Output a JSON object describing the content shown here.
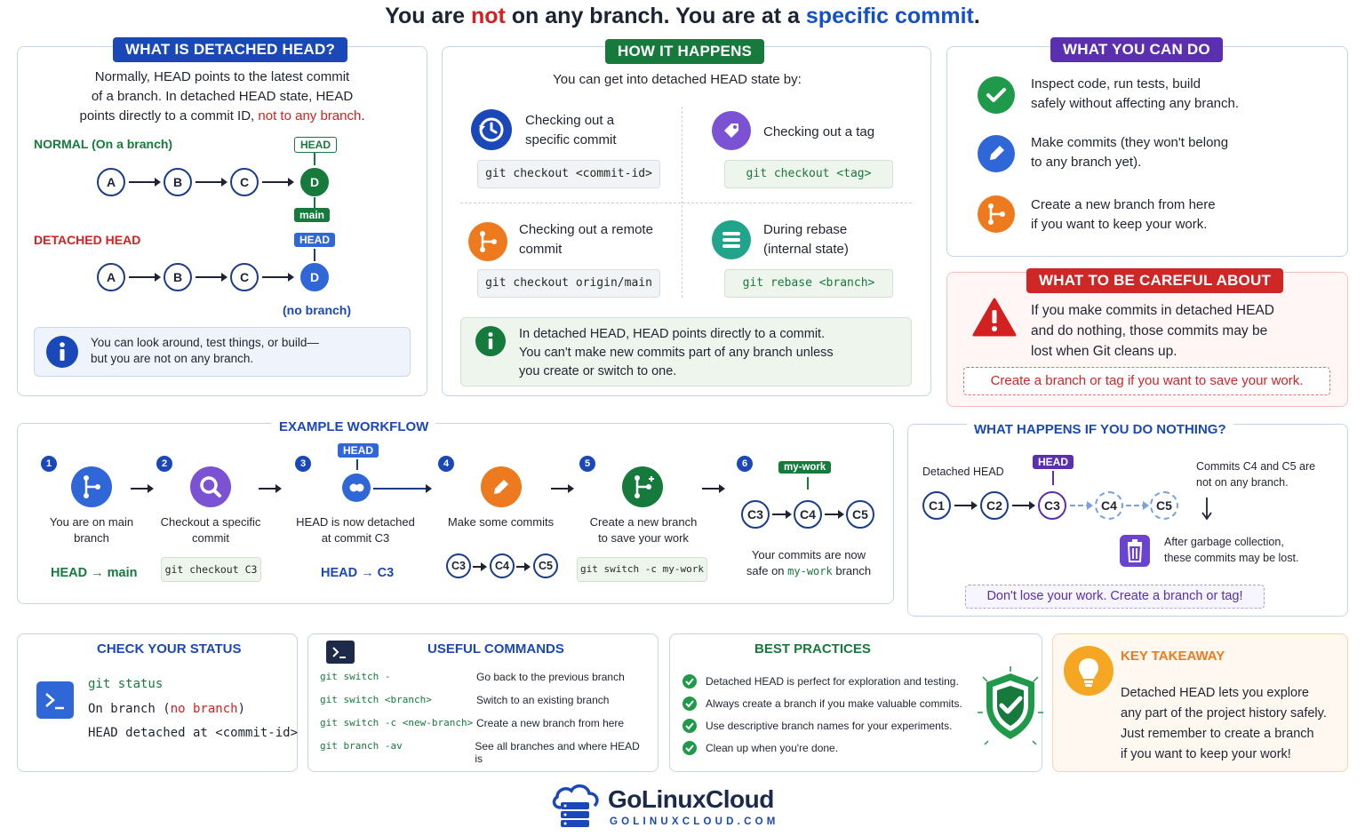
{
  "title": {
    "part1": "You are ",
    "not": "not",
    "part2": " on any branch. You are at a ",
    "specific": "specific commit",
    "end": "."
  },
  "what_is": {
    "heading": "WHAT IS DETACHED HEAD?",
    "intro_1": "Normally, HEAD points to the latest commit",
    "intro_2": "of a branch. In detached HEAD state, HEAD",
    "intro_3a": "points directly to a commit ID, ",
    "intro_3b": "not to any branch",
    "intro_3c": ".",
    "normal_label": "NORMAL (On a branch)",
    "detached_label": "DETACHED HEAD",
    "nodes": [
      "A",
      "B",
      "C",
      "D"
    ],
    "head_tag": "HEAD",
    "main_tag": "main",
    "no_branch": "(no branch)",
    "info_1": "You can look around, test things, or build—",
    "info_2": "but you are not on any branch."
  },
  "how": {
    "heading": "HOW IT HAPPENS",
    "intro": "You can get into detached HEAD state by:",
    "items": [
      {
        "label_1": "Checking out a",
        "label_2": "specific commit",
        "code": "git checkout <commit-id>"
      },
      {
        "label_1": "Checking out a tag",
        "label_2": "",
        "code": "git checkout <tag>"
      },
      {
        "label_1": "Checking out a remote",
        "label_2": "commit",
        "code": "git checkout origin/main"
      },
      {
        "label_1": "During rebase",
        "label_2": "(internal state)",
        "code": "git rebase <branch>"
      }
    ],
    "note_1": "In detached HEAD, HEAD points directly to a commit.",
    "note_2": "You can't make new commits part of any branch unless",
    "note_3": "you create or switch to one."
  },
  "can_do": {
    "heading": "WHAT YOU CAN DO",
    "items": [
      {
        "l1": "Inspect code, run tests, build",
        "l2": "safely without affecting any branch.",
        "color": "#1f9a4a",
        "icon": "check-icon"
      },
      {
        "l1": "Make commits (they won't belong",
        "l2": "to any branch yet).",
        "color": "#2f67d8",
        "icon": "pencil-icon"
      },
      {
        "l1": "Create a new branch from here",
        "l2": "if you want to keep your work.",
        "color": "#ee7a1f",
        "icon": "branch-icon"
      }
    ]
  },
  "careful": {
    "heading": "WHAT TO BE CAREFUL ABOUT",
    "l1": "If you make commits in detached HEAD",
    "l2": "and do nothing, those commits may be",
    "l3": "lost when Git cleans up.",
    "callout": "Create a branch or tag if you want to save your work."
  },
  "workflow": {
    "heading": "EXAMPLE WORKFLOW",
    "steps": [
      {
        "num": "1",
        "l1": "You are on main",
        "l2": "branch"
      },
      {
        "num": "2",
        "l1": "Checkout a specific",
        "l2": "commit"
      },
      {
        "num": "3",
        "l1": "HEAD is now detached",
        "l2": "at commit C3"
      },
      {
        "num": "4",
        "l1": "Make some commits",
        "l2": ""
      },
      {
        "num": "5",
        "l1": "Create a new branch",
        "l2": "to save your work"
      },
      {
        "num": "6",
        "l1": "Your commits are now",
        "l2a": "safe on ",
        "l2b": "my-work",
        "l2c": " branch"
      }
    ],
    "head_main_a": "HEAD",
    "head_main_arrow": "→",
    "head_main_b": "main",
    "head_c3_a": "HEAD",
    "head_c3_arrow": "→",
    "head_c3_b": "C3",
    "code_checkout": "git checkout C3",
    "code_switch": "git switch -c my-work",
    "head_tag": "HEAD",
    "mywork_tag": "my-work",
    "commits": [
      "C3",
      "C4",
      "C5"
    ]
  },
  "nothing": {
    "heading": "WHAT HAPPENS IF YOU DO NOTHING?",
    "detached_label": "Detached HEAD",
    "head_tag": "HEAD",
    "commits": [
      "C1",
      "C2",
      "C3",
      "C4",
      "C5"
    ],
    "note_1": "Commits C4 and C5 are",
    "note_2": "not on any branch.",
    "gc_1": "After garbage collection,",
    "gc_2": "these commits may be lost.",
    "callout": "Don't lose your work. Create a branch or tag!"
  },
  "status": {
    "heading": "CHECK YOUR STATUS",
    "cmd": "git status",
    "out_1a": "On branch (",
    "out_1b": "no branch",
    "out_1c": ")",
    "out_2": "HEAD detached at <commit-id>"
  },
  "commands": {
    "heading": "USEFUL COMMANDS",
    "rows": [
      {
        "cmd": "git switch -",
        "desc": "Go back to the previous branch"
      },
      {
        "cmd": "git switch <branch>",
        "desc": "Switch to an existing branch"
      },
      {
        "cmd": "git switch -c <new-branch>",
        "desc": "Create a new branch from here"
      },
      {
        "cmd": "git branch -av",
        "desc": "See all branches and where HEAD is"
      }
    ]
  },
  "best": {
    "heading": "BEST PRACTICES",
    "items": [
      "Detached HEAD is perfect for exploration and testing.",
      "Always create a branch if you make valuable commits.",
      "Use descriptive branch names for your experiments.",
      "Clean up when you're done."
    ]
  },
  "takeaway": {
    "heading": "KEY TAKEAWAY",
    "l1": "Detached HEAD lets you explore",
    "l2": "any part of the project history safely.",
    "l3": "Just remember to create a branch",
    "l4": "if you want to keep your work!"
  },
  "brand": {
    "name": "GoLinuxCloud",
    "url": "GOLINUXCLOUD.COM"
  },
  "colors": {
    "blue": "#1b48b8",
    "green": "#167a3c",
    "purple": "#5a2fb0",
    "red": "#cf2626",
    "orange": "#ee7a1f"
  }
}
